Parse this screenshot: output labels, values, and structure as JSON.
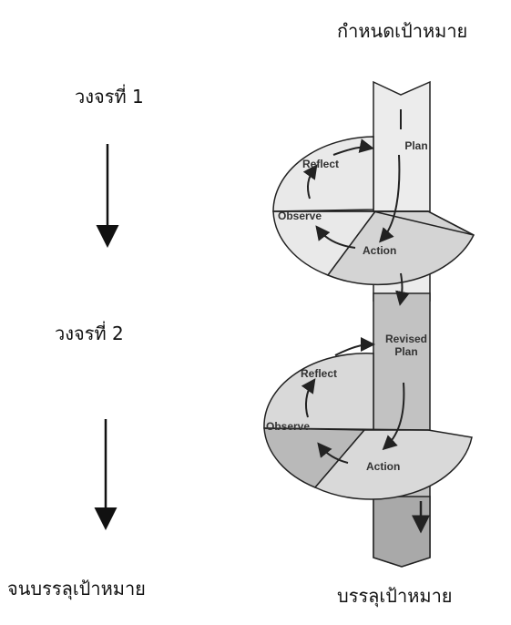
{
  "labels": {
    "goal": "กำหนดเป้าหมาย",
    "cycle1": "วงจรที่ 1",
    "cycle2": "วงจรที่ 2",
    "until": "จนบรรลุเป้าหมาย",
    "achieved": "บรรลุเป้าหมาย"
  },
  "cycle1": {
    "plan": "Plan",
    "reflect": "Reflect",
    "observe": "Observe",
    "action": "Action"
  },
  "cycle2": {
    "plan_line1": "Revised",
    "plan_line2": "Plan",
    "reflect": "Reflect",
    "observe": "Observe",
    "action": "Action"
  },
  "colors": {
    "column_light": "#ececec",
    "column_dark": "#c2c2c2",
    "column_darker": "#a9a9a9",
    "disk_light": "#e9e9e9",
    "disk_mid": "#d4d4d4",
    "disk2_light": "#d9d9d9",
    "disk2_mid": "#b9b9b9",
    "stroke": "#222222"
  }
}
